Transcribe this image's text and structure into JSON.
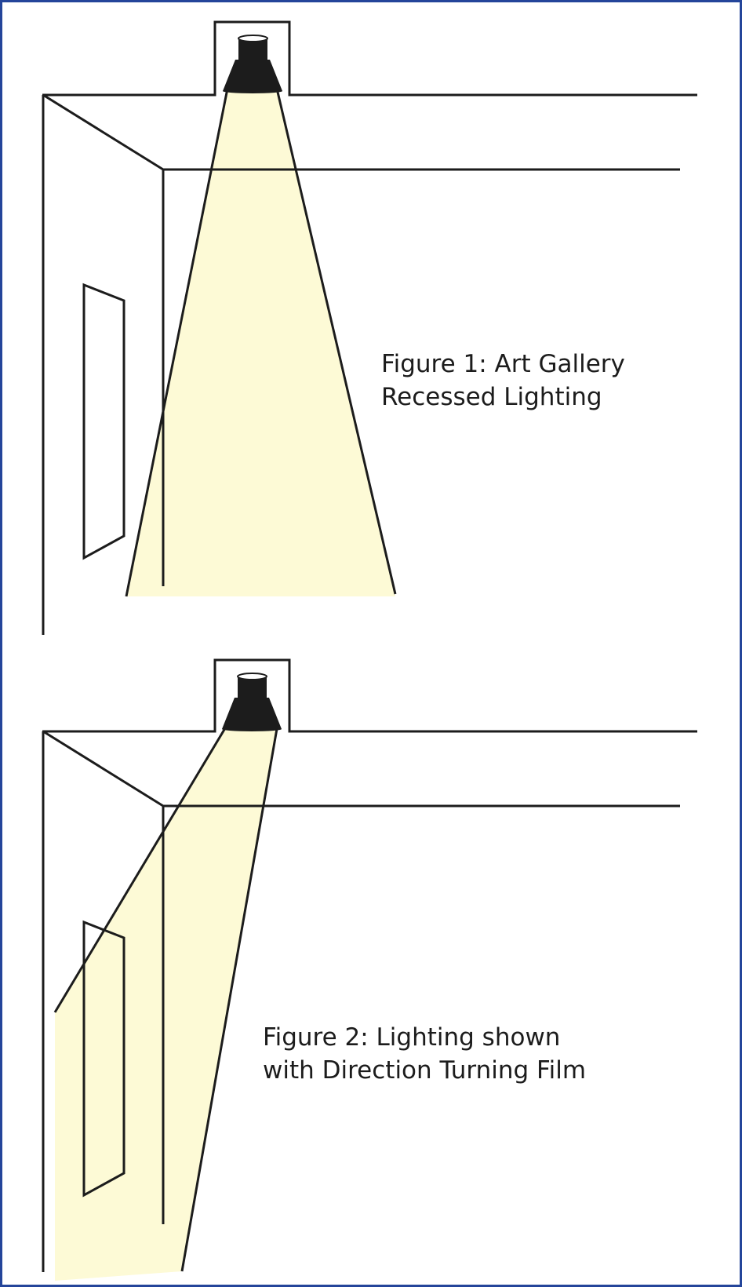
{
  "figures": [
    {
      "caption_line1": "Figure 1: Art Gallery",
      "caption_line2": "Recessed Lighting"
    },
    {
      "caption_line1": "Figure 2: Lighting shown",
      "caption_line2": "with Direction Turning Film"
    }
  ],
  "colors": {
    "frame_border": "#24459a",
    "light_beam": "#fdfad6",
    "line": "#1c1c1c"
  }
}
